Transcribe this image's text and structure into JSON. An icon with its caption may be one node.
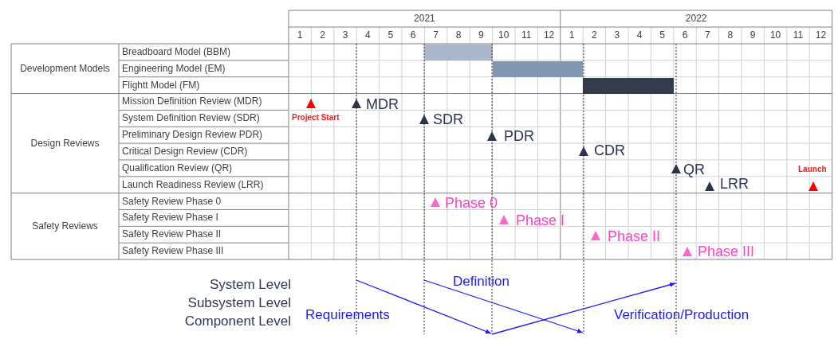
{
  "diagram": {
    "nodes": [
      {
        "text": [],
        "shape": "bar"
      },
      {
        "text": [],
        "shape": "bar"
      },
      {
        "text": [],
        "shape": "bar"
      }
    ],
    "labels": [
      "2021",
      "2022",
      "1",
      "2",
      "3",
      "4",
      "5",
      "6",
      "7",
      "8",
      "9",
      "10",
      "11",
      "12",
      "1",
      "2",
      "3",
      "4",
      "5",
      "6",
      "7",
      "8",
      "9",
      "10",
      "11",
      "12",
      "Development Models",
      "Breadboard Model (BBM)",
      "Engineering Model (EM)",
      "Flightt Model (FM)",
      "Design Reviews",
      "Mission Definition Review (MDR)",
      "System Definition Review (SDR)",
      "Preliminary Design Review PDR)",
      "Critical Design Review (CDR)",
      "Qualification Review (QR)",
      "Launch Readiness Review (LRR)",
      "Safety Reviews",
      "Safety Review Phase 0",
      "Safety Review Phase I",
      "Safety Review Phase II",
      "Safety Review Phase III",
      "Project Start",
      "MDR",
      "SDR",
      "PDR",
      "CDR",
      "QR",
      "Launch",
      "LRR",
      "Phase 0",
      "Phase I",
      "Phase II",
      "Phase III",
      "System Level",
      "Definition",
      "Subsystem Level",
      "Requirements",
      "Verification/Production",
      "Component Level"
    ]
  }
}
